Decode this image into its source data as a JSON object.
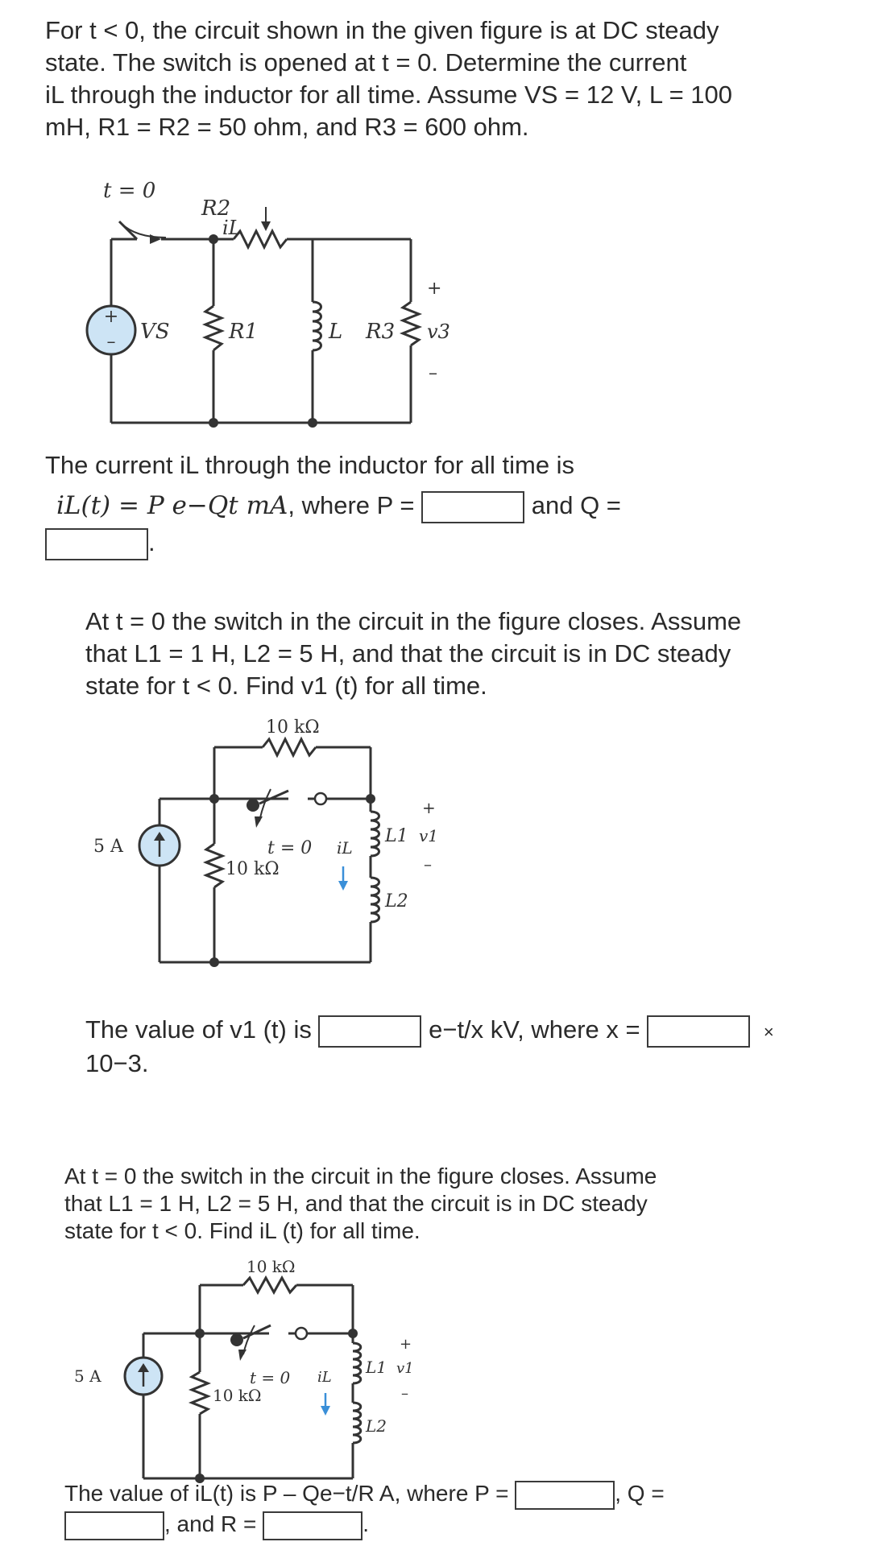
{
  "q1": {
    "line1": "For t < 0, the circuit shown in the given figure is at DC steady",
    "line2": "state. The switch is opened at t = 0. Determine the current",
    "line3": "iL through the inductor for all time. Assume VS = 12 V, L = 100",
    "line4": "mH, R1 = R2 = 50 ohm, and R3 = 600 ohm.",
    "circuit": {
      "t_label": "t = 0",
      "r2": "R2",
      "il": "iL",
      "vs": "VS",
      "r1": "R1",
      "l": "L",
      "r3": "R3",
      "v3": "v3",
      "plus": "+",
      "minus": "–"
    },
    "answer_intro": "The current iL through the inductor for all time is",
    "formula": "iL(t) = P e−Qt mA",
    "where_p": ", where P =",
    "and_q": "and Q =",
    "period": "."
  },
  "q2": {
    "line1": "At t = 0 the switch in the circuit in the figure closes. Assume",
    "line2": "that L1 = 1 H, L2 = 5 H, and that the circuit is in DC steady",
    "line3": "state for t < 0. Find v1 (t) for all time.",
    "circuit": {
      "r_top": "10 kΩ",
      "r_mid": "10 kΩ",
      "t_label": "t = 0",
      "source": "5 A",
      "il": "iL",
      "l1": "L1",
      "l2": "L2",
      "v1": "v1",
      "plus": "+",
      "minus": "–"
    },
    "answer_part1": "The value of v1 (t) is",
    "answer_part2": "e−t/x kV, where x =",
    "times": "×",
    "answer_part3": "10−3."
  },
  "q3": {
    "line1": "At t = 0 the switch in the circuit in the figure closes. Assume",
    "line2": "that L1 = 1 H, L2 = 5 H, and that the circuit is in DC steady",
    "line3": "state for t < 0. Find iL (t) for all time.",
    "circuit": {
      "r_top": "10 kΩ",
      "r_mid": "10 kΩ",
      "t_label": "t = 0",
      "source": "5 A",
      "il": "iL",
      "l1": "L1",
      "l2": "L2",
      "v1": "v1",
      "plus": "+",
      "minus": "–"
    },
    "answer_part1": "The value of iL(t) is P – Qe−t/R A, where P =",
    "q_label": ", Q =",
    "and_r": ", and R =",
    "period": "."
  },
  "colors": {
    "source_fill": "#cde4f5",
    "arrow_blue": "#3a8fd8",
    "text": "#2a2a2a"
  }
}
